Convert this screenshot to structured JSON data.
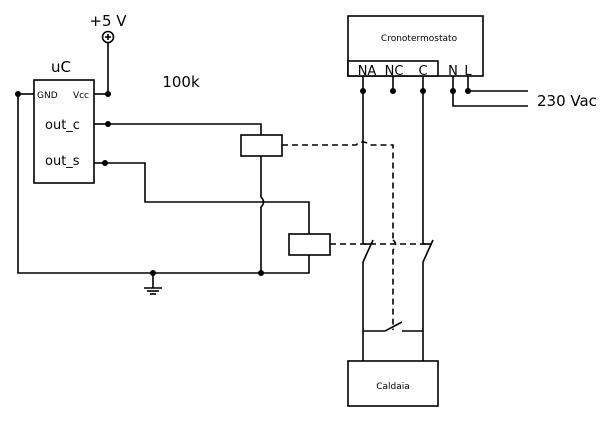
{
  "supply": {
    "label": "+5 V"
  },
  "microcontroller": {
    "title": "uC",
    "pins": {
      "gnd": "GND",
      "vcc": "Vcc",
      "out_c": "out_c",
      "out_s": "out_s"
    }
  },
  "resistor": {
    "label": "100k"
  },
  "thermostat": {
    "title": "Cronotermostato",
    "terminals": {
      "na": "NA",
      "nc": "NC",
      "c": "C",
      "n": "N",
      "l": "L"
    }
  },
  "mains": {
    "label": "230 Vac"
  },
  "boiler": {
    "label": "Caldaia"
  },
  "colors": {
    "ink": "#000000",
    "background": "#ffffff"
  }
}
